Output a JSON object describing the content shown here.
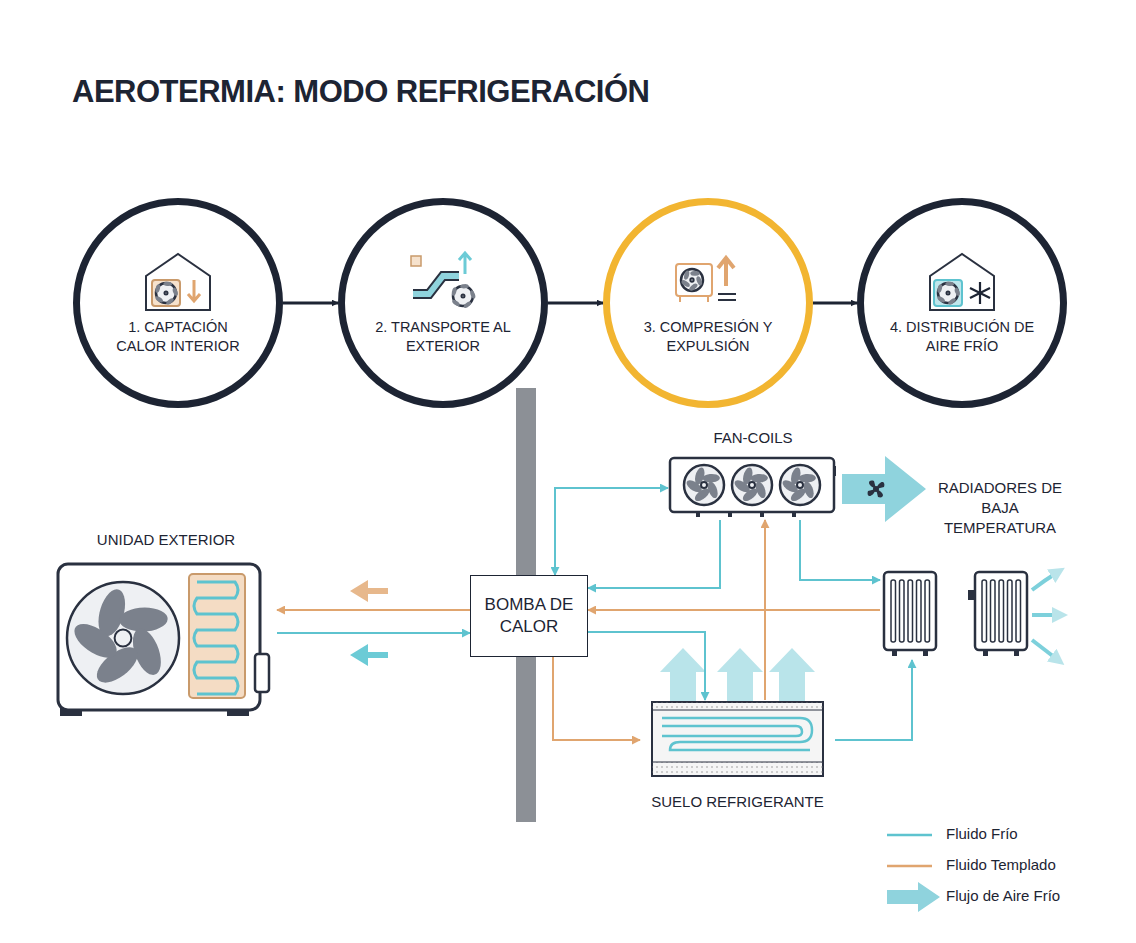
{
  "diagram": {
    "title": "AEROTERMIA: MODO REFRIGERACIÓN",
    "nodes": [
      {
        "text": [
          "1. CAPTACIÓN CALOR INTERIOR"
        ]
      },
      {
        "text": [
          "2. TRANSPORTE AL EXTERIOR"
        ]
      },
      {
        "text": [
          "3. COMPRESIÓN Y EXPULSIÓN"
        ]
      },
      {
        "text": [
          "4. DISTRIBUCIÓN DE AIRE FRÍO"
        ]
      },
      {
        "text": [
          "UNIDAD EXTERIOR"
        ]
      },
      {
        "text": [
          "BOMBA DE CALOR"
        ]
      },
      {
        "text": [
          "FAN-COILS"
        ]
      },
      {
        "text": [
          "RADIADORES DE BAJA TEMPERATURA"
        ]
      },
      {
        "text": [
          "SUELO REFRIGERANTE"
        ]
      }
    ],
    "edges": [
      {
        "from": 0,
        "to": 1,
        "arrow": "to"
      },
      {
        "from": 1,
        "to": 2,
        "arrow": "to"
      },
      {
        "from": 2,
        "to": 3,
        "arrow": "to"
      },
      {
        "from": 5,
        "to": 4,
        "arrow": "to"
      },
      {
        "from": 4,
        "to": 5,
        "arrow": "to"
      },
      {
        "from": 5,
        "to": 6,
        "arrow": "both"
      },
      {
        "from": 6,
        "to": 5,
        "arrow": "to"
      },
      {
        "from": 6,
        "to": 7,
        "arrow": "to"
      },
      {
        "from": 7,
        "to": 5,
        "arrow": "to"
      },
      {
        "from": 5,
        "to": 8,
        "arrow": "to"
      },
      {
        "from": 5,
        "to": 8,
        "arrow": "to"
      },
      {
        "from": 8,
        "to": 7,
        "arrow": "to"
      },
      {
        "from": 8,
        "to": 6,
        "arrow": "to"
      }
    ],
    "legend": [
      {
        "text": "Fluido Frío"
      },
      {
        "text": "Fluido Templado"
      },
      {
        "text": "Flujo de Aire Frío"
      }
    ]
  }
}
